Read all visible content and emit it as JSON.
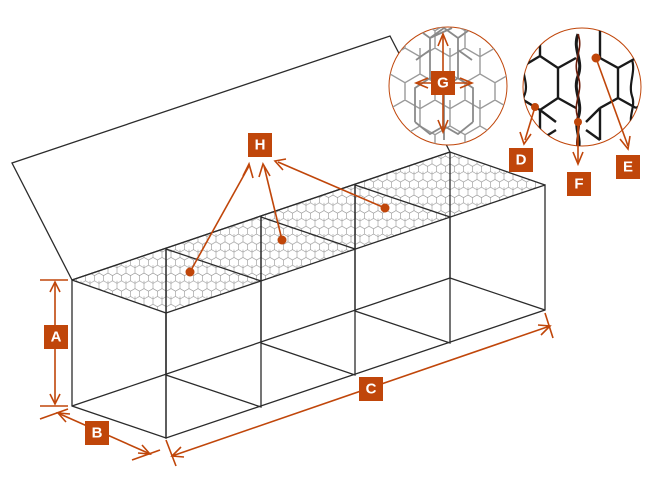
{
  "labels": {
    "a": "A",
    "b": "B",
    "c": "C",
    "d": "D",
    "e": "E",
    "f": "F",
    "g": "G",
    "h": "H"
  },
  "colors": {
    "accent": "#c0460a",
    "frame": "#2b2b2b",
    "mesh": "#8a8a8a",
    "background": "#ffffff"
  }
}
